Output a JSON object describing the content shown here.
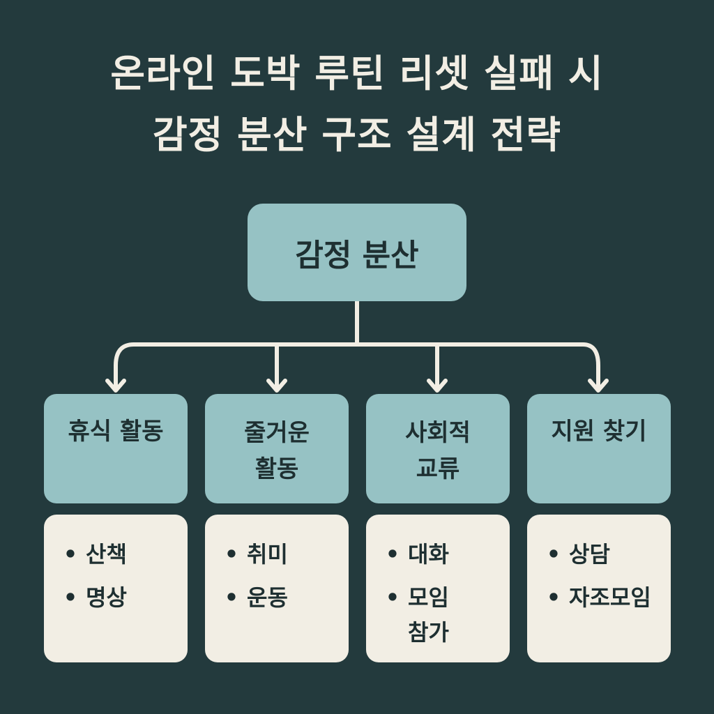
{
  "title": {
    "line1": "온라인 도박 루틴 리셋 실패 시",
    "line2": "감정 분산 구조 설계 전략"
  },
  "root": {
    "label": "감정 분산"
  },
  "categories": [
    {
      "label_lines": [
        "휴식 활동"
      ],
      "items": [
        [
          "산책"
        ],
        [
          "명상"
        ]
      ]
    },
    {
      "label_lines": [
        "줄거운",
        "활동"
      ],
      "items": [
        [
          "취미"
        ],
        [
          "운동"
        ]
      ]
    },
    {
      "label_lines": [
        "사회적",
        "교류"
      ],
      "items": [
        [
          "대화"
        ],
        [
          "모임",
          "참가"
        ]
      ]
    },
    {
      "label_lines": [
        "지원 찾기"
      ],
      "items": [
        [
          "상담"
        ],
        [
          "자조모임"
        ]
      ]
    }
  ],
  "colors": {
    "background": "#233a3d",
    "box_teal": "#96c2c4",
    "box_cream": "#f2eee4",
    "text_dark": "#1e2f31",
    "line_cream": "#f2eee4"
  }
}
